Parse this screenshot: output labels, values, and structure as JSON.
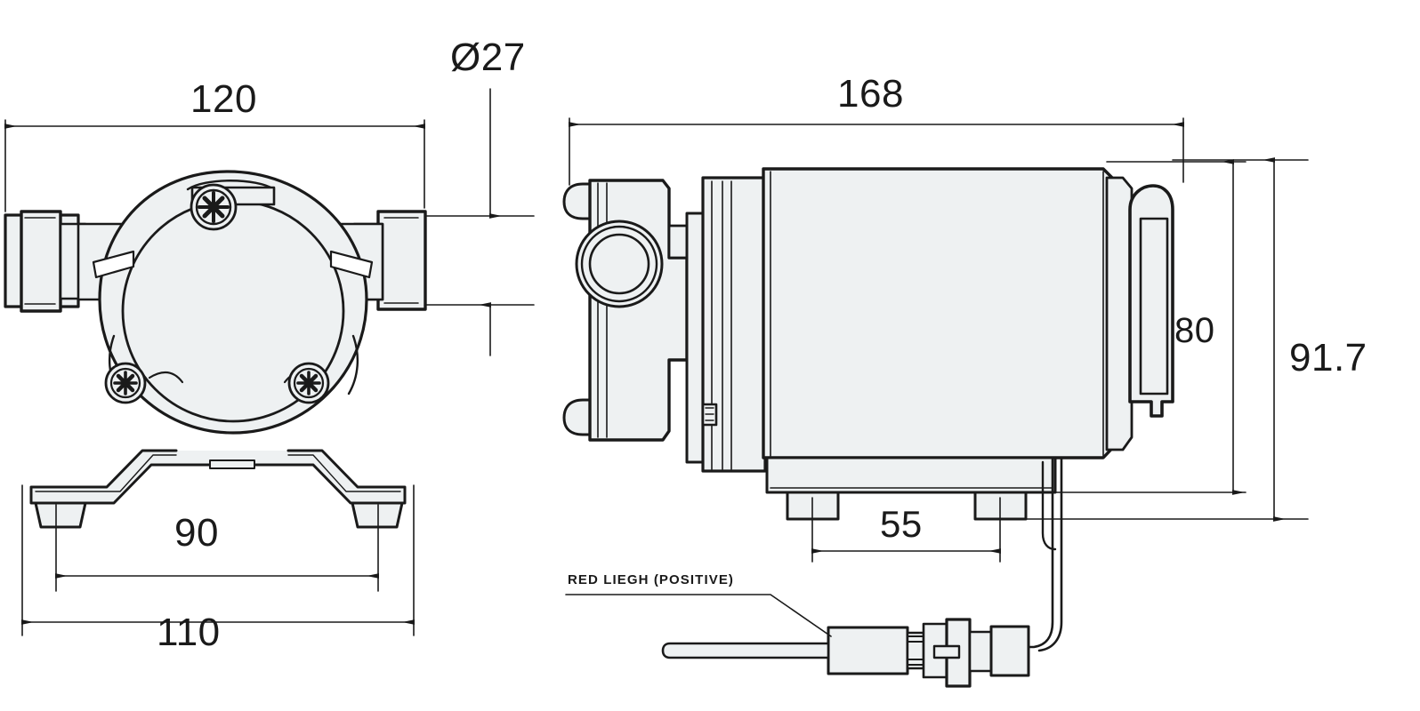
{
  "drawing": {
    "title": "Marine water pump dimensional drawing",
    "units": "mm",
    "background_color": "#ffffff",
    "line_color": "#1a1a1a",
    "fill_color": "#eef1f2",
    "views": [
      {
        "name": "front-view",
        "label": ""
      },
      {
        "name": "side-view",
        "label": ""
      }
    ]
  },
  "dimensions": {
    "overall_width_front": "120",
    "port_diameter": "Ø27",
    "overall_length_side": "168",
    "mounting_hole_spacing": "90",
    "base_width": "110",
    "foot_spacing": "55",
    "motor_height": "80",
    "overall_height": "91.7"
  },
  "annotations": {
    "wire_label": "RED LIEGH (POSITIVE)"
  }
}
